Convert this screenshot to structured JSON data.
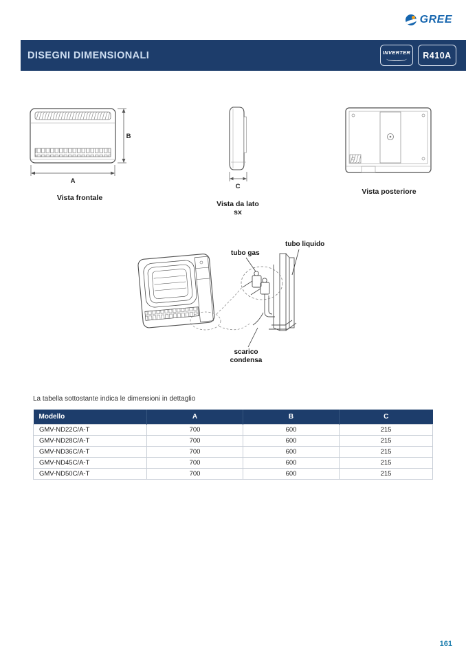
{
  "brand": {
    "name": "GREE"
  },
  "header": {
    "title": "DISEGNI DIMENSIONALI",
    "badges": {
      "inverter": "INVERTER",
      "refrigerant": "R410A"
    }
  },
  "views": {
    "front": {
      "label": "Vista frontale",
      "dim_a": "A",
      "dim_b": "B"
    },
    "side": {
      "label": "Vista da lato sx",
      "dim_c": "C"
    },
    "rear": {
      "label": "Vista posteriore"
    }
  },
  "detail_callouts": {
    "gas": "tubo gas",
    "liquid": "tubo liquido",
    "drain": "scarico condensa"
  },
  "table": {
    "intro": "La tabella sottostante indica le dimensioni in dettaglio",
    "headers": {
      "model": "Modello",
      "a": "A",
      "b": "B",
      "c": "C"
    },
    "rows": [
      {
        "model": "GMV-ND22C/A-T",
        "a": "700",
        "b": "600",
        "c": "215"
      },
      {
        "model": "GMV-ND28C/A-T",
        "a": "700",
        "b": "600",
        "c": "215"
      },
      {
        "model": "GMV-ND36C/A-T",
        "a": "700",
        "b": "600",
        "c": "215"
      },
      {
        "model": "GMV-ND45C/A-T",
        "a": "700",
        "b": "600",
        "c": "215"
      },
      {
        "model": "GMV-ND50C/A-T",
        "a": "700",
        "b": "600",
        "c": "215"
      }
    ]
  },
  "footer": {
    "page_number": "161"
  },
  "colors": {
    "navy": "#1d3d6b",
    "brand_blue": "#1565ae",
    "badge_border": "#dde5f0",
    "page_number_blue": "#1f7fae",
    "logo_orange": "#f6a21c"
  }
}
